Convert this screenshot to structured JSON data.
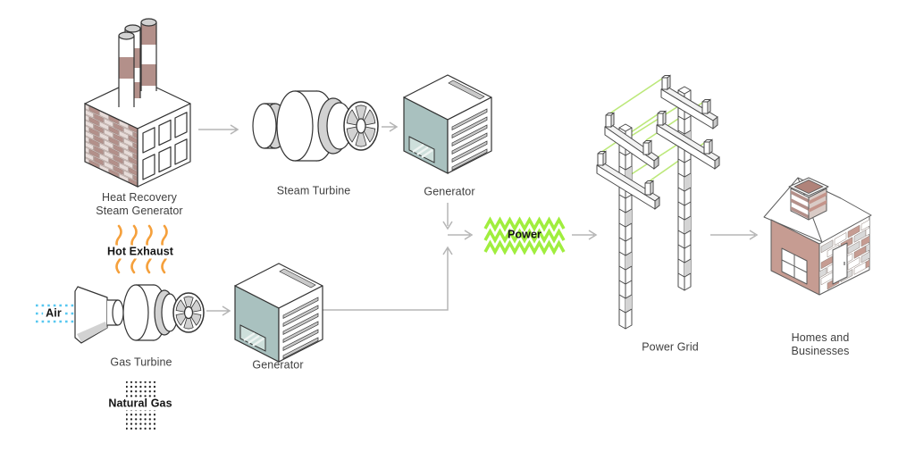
{
  "diagram_type": "combined-cycle power plant flow diagram",
  "labels": {
    "hrsg_line1": "Heat Recovery",
    "hrsg_line2": "Steam Generator",
    "steam_turbine": "Steam Turbine",
    "generator_top": "Generator",
    "gas_turbine": "Gas Turbine",
    "generator_bottom": "Generator",
    "hot_exhaust": "Hot Exhaust",
    "air": "Air",
    "natural_gas": "Natural Gas",
    "power": "Power",
    "power_grid": "Power Grid",
    "homes_line1": "Homes and",
    "homes_line2": "Businesses"
  },
  "connections": [
    {
      "from": "heat-recovery-steam-generator",
      "to": "steam-turbine"
    },
    {
      "from": "steam-turbine",
      "to": "generator-top"
    },
    {
      "from": "gas-turbine",
      "to": "generator-bottom"
    },
    {
      "from": "generator-top",
      "to": "power"
    },
    {
      "from": "generator-bottom",
      "to": "power"
    },
    {
      "from": "power",
      "to": "power-grid"
    },
    {
      "from": "power-grid",
      "to": "homes-and-businesses"
    }
  ],
  "colors": {
    "brick_rose": "#b3908a",
    "brick_light": "#e7dcd9",
    "teal": "#a9c1bf",
    "orange": "#f5a03c",
    "air_blue": "#57c7f0",
    "power_green": "#a0ee3e",
    "wire_green": "#bce87a",
    "arrow_gray": "#b5b5b5",
    "outline": "#333333",
    "shade_gray": "#d2d2d2",
    "house_pink": "#c69c92",
    "text_dark": "#3f3f3f",
    "text_bold": "#141414"
  }
}
